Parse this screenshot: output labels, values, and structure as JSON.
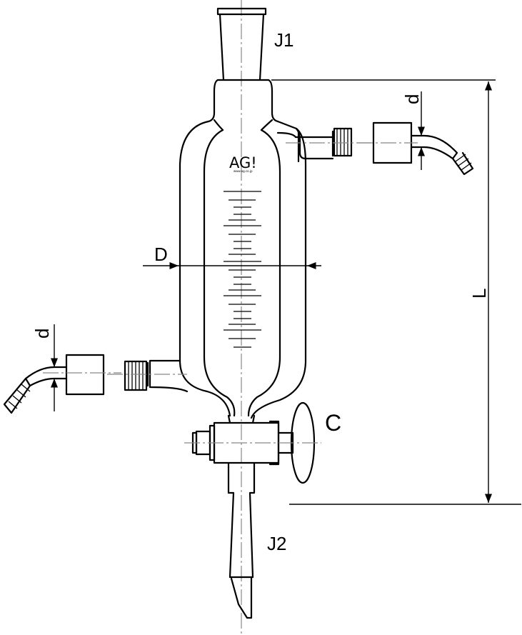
{
  "labels": {
    "j1": "J1",
    "j2": "J2",
    "c": "C",
    "D": "D",
    "d_right": "d",
    "d_left": "d",
    "L": "L"
  },
  "logo": {
    "text": "AG!",
    "url": "www.ag.co.jp"
  },
  "icons": [
    "pressure-equalizing-dropping-funnel",
    "stopcock",
    "hose-connector"
  ]
}
